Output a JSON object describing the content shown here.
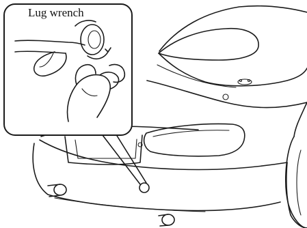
{
  "callout": {
    "label": "Lug wrench"
  },
  "figure": {
    "parts": [
      "car-rear",
      "trunk-lid",
      "rear-bumper",
      "tail-light",
      "exhaust-pipes",
      "inset-callout",
      "lug-wrench",
      "hand",
      "attachment-point"
    ]
  }
}
